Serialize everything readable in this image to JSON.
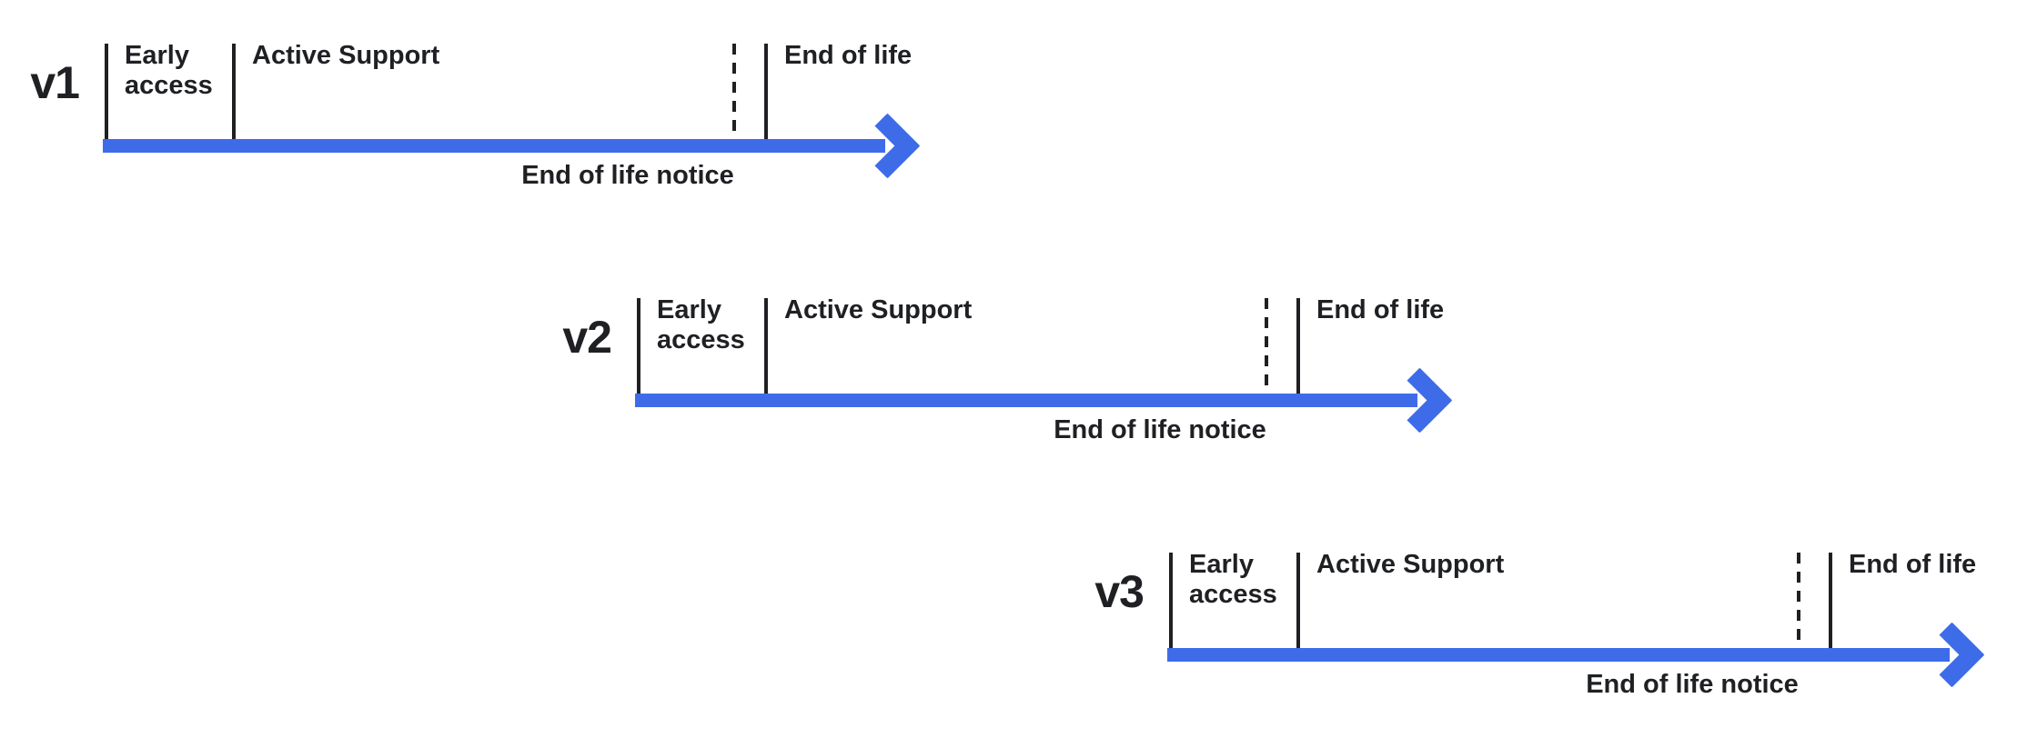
{
  "figure": {
    "background_color": "#ffffff",
    "ink_color": "#1f2023",
    "accent_color": "#3e6ce9"
  },
  "diagram_data": {
    "type": "staggered-version-lifecycle-timelines",
    "phase_sequence": [
      "Early access",
      "Active Support",
      "End of life notice",
      "End of life"
    ],
    "versions": [
      "v1",
      "v2",
      "v3"
    ],
    "note": "Each later version's timeline starts further right and lower (cascading overlap); blue arrow marks lifetime, dashed tick marks end-of-life notice, solid tick marks end of life"
  },
  "timelines": [
    {
      "version": "v1",
      "early_access": "Early access",
      "active_support": "Active Support",
      "end_of_life": "End of life",
      "end_of_life_notice": "End of life notice"
    },
    {
      "version": "v2",
      "early_access": "Early access",
      "active_support": "Active Support",
      "end_of_life": "End of life",
      "end_of_life_notice": "End of life notice"
    },
    {
      "version": "v3",
      "early_access": "Early access",
      "active_support": "Active Support",
      "end_of_life": "End of life",
      "end_of_life_notice": "End of life notice"
    }
  ]
}
